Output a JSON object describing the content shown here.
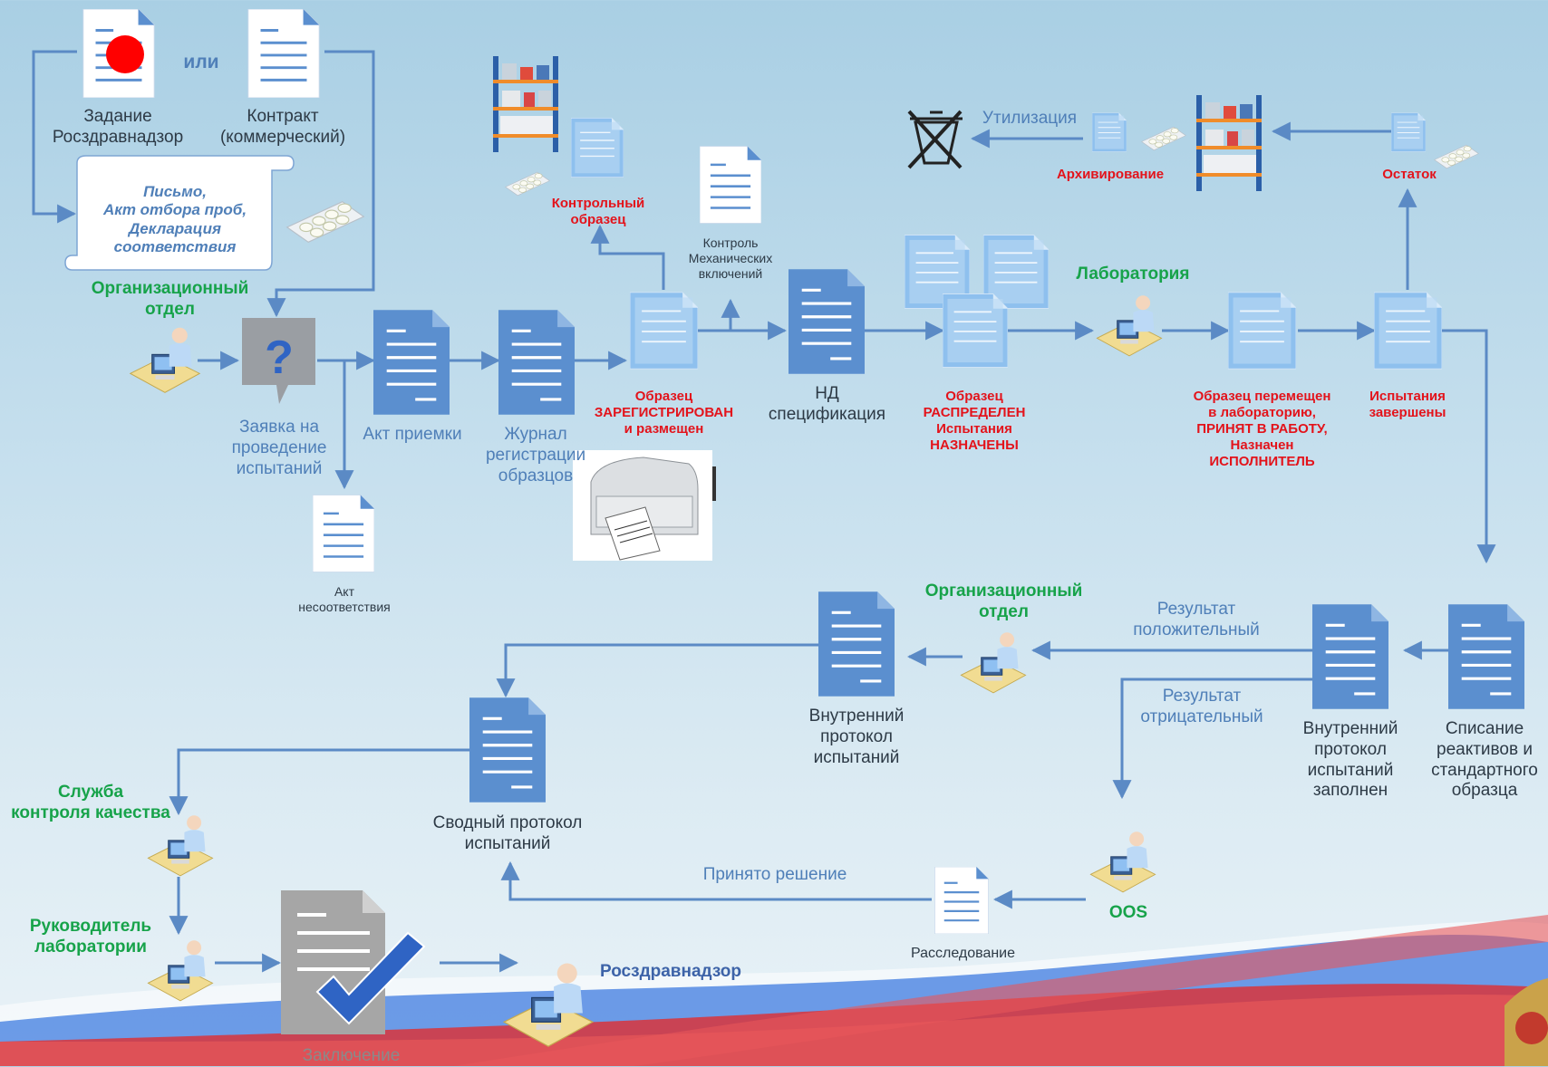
{
  "labels": {
    "ili": "или",
    "zadanie": "Задание\nРосздравнадзор",
    "kontrakt": "Контракт\n(коммерческий)",
    "pismo": "Письмо,\nАкт отбора проб,\nДекларация\nсоответствия",
    "org_otdel_top": "Организационный\nотдел",
    "zayavka": "Заявка на\nпроведение\nиспытаний",
    "akt_priemki": "Акт приемки",
    "zhurnal": "Журнал\nрегистрации\nобразцов",
    "akt_nesoot": "Акт\nнесоответствия",
    "kontrolny": "Контрольный\nобразец",
    "kontrol_meh": "Контроль\nМеханических\nвключений",
    "obrazec_zareg": "Образец\nЗАРЕГИСТРИРОВАН\nи размещен",
    "nd_spec": "НД\nспецификация",
    "obrazec_raspr": "Образец\nРАСПРЕДЕЛЕН\nИспытания\nНАЗНАЧЕНЫ",
    "laboratoriya": "Лаборатория",
    "obrazec_perem": "Образец перемещен\nв лабораторию,\nПРИНЯТ В РАБОТУ,\nНазначен\nИСПОЛНИТЕЛЬ",
    "ispytaniya_zav": "Испытания\nзавершены",
    "utilizaciya": "Утилизация",
    "arhivirovanie": "Архивирование",
    "ostatok": "Остаток",
    "spisanie": "Списание\nреактивов и\nстандартного\nобразца",
    "vnutr_zapolnen": "Внутренний\nпротокол\nиспытаний\nзаполнен",
    "rezultat_pol": "Результат\nположительный",
    "rezultat_otr": "Результат\nотрицательный",
    "org_otdel_bottom": "Организационный\nотдел",
    "vnutr_protokol": "Внутренний\nпротокол\nиспытаний",
    "svodny": "Сводный протокол\nиспытаний",
    "oos": "OOS",
    "rassledovanie": "Расследование",
    "prinyato": "Принято решение",
    "sluzhba": "Служба\nконтроля качества",
    "rukovoditel": "Руководитель\nлаборатории",
    "zaklyuchenie": "Заключение",
    "rzn": "Росздравнадзор"
  },
  "colors": {
    "doc_blue": "#5b8fcf",
    "arrow": "#5b8ac5",
    "red_label": "#e3131b",
    "green_label": "#17a34a",
    "stamp": "#ff0000",
    "checkmark": "#2f64c4"
  }
}
